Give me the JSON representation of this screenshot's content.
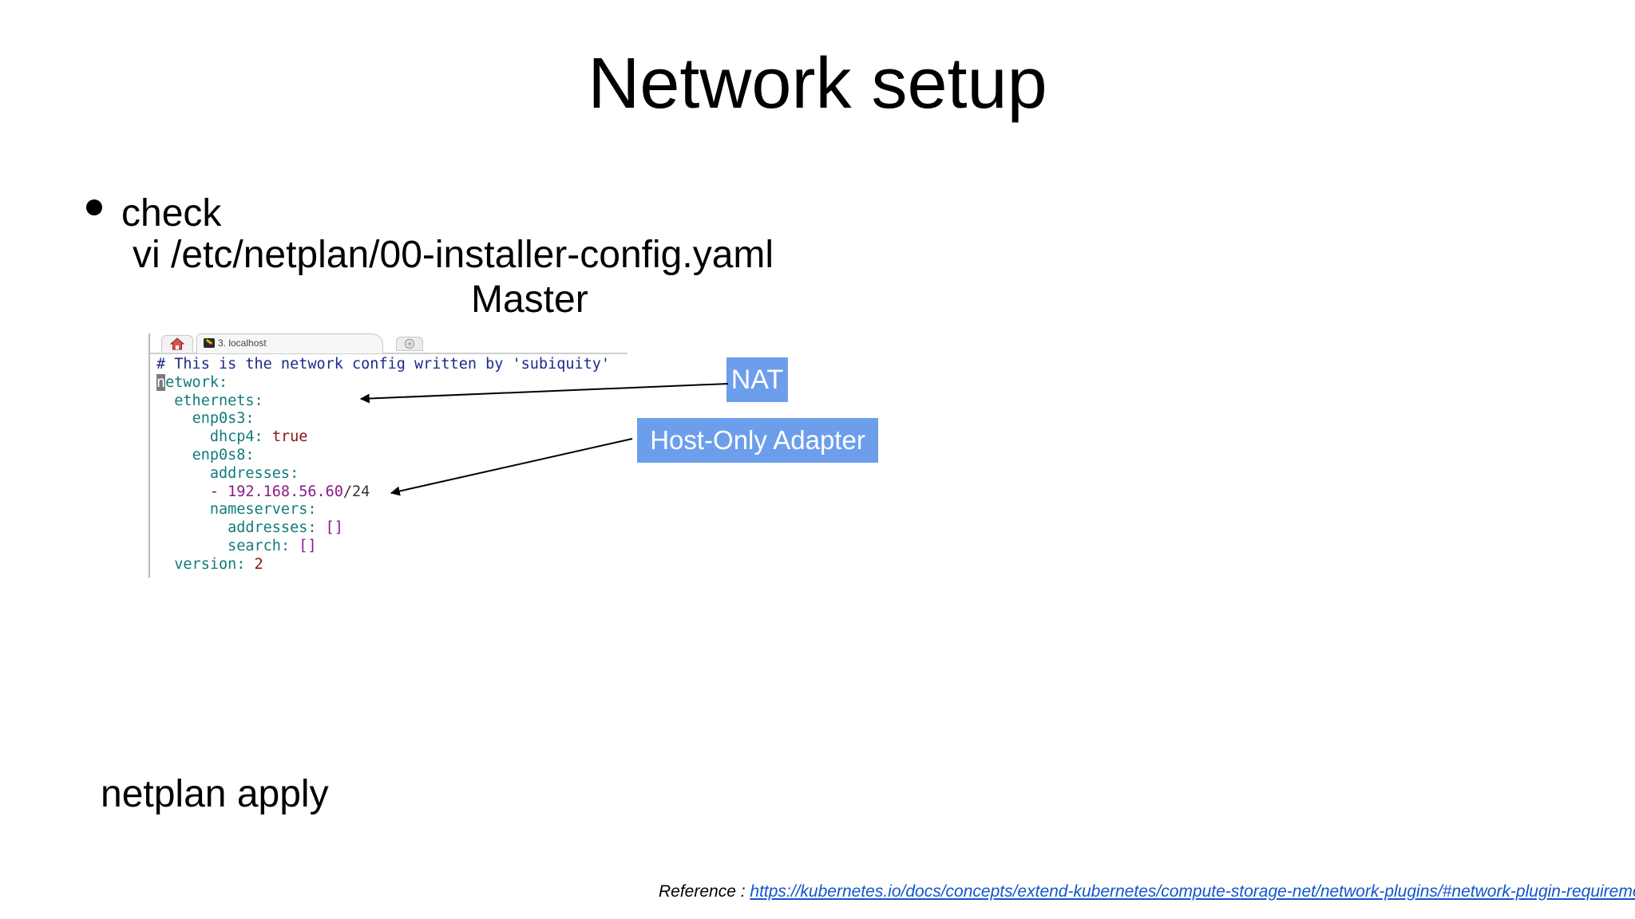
{
  "slide": {
    "title": "Network setup",
    "bullet": "check",
    "command_path": "vi /etc/netplan/00-installer-config.yaml",
    "caption": "Master",
    "apply_command": "netplan apply"
  },
  "terminal": {
    "tab_label": "3. localhost",
    "icons": [
      "home-icon",
      "terminal-icon",
      "new-tab-icon"
    ],
    "code": {
      "comment": "# This is the network config written by 'subiquity'",
      "network_cursor": "n",
      "network_rest": "etwork",
      "colon": ":",
      "ethernets": "ethernets",
      "enp0s3": "enp0s3",
      "dhcp4": "dhcp4",
      "true_val": "true",
      "enp0s8": "enp0s8",
      "addresses": "addresses",
      "dash": "- ",
      "ip": "192.168.56.60",
      "mask": "/24",
      "nameservers": "nameservers",
      "addresses2": "addresses",
      "search": "search",
      "empty_list": "[]",
      "version": "version",
      "version_val": "2"
    }
  },
  "labels": {
    "nat": "NAT",
    "host_only": "Host-Only Adapter"
  },
  "reference": {
    "prefix": "Reference : ",
    "url": "https://kubernetes.io/docs/concepts/extend-kubernetes/compute-storage-net/network-plugins/#network-plugin-requirements"
  },
  "colors": {
    "label_bg": "#6d9eeb",
    "link": "#1155cc",
    "yaml_key": "#117b7b",
    "yaml_comment": "#1d2a8c",
    "yaml_bool": "#8b1010",
    "yaml_number": "#8a1a8a"
  }
}
